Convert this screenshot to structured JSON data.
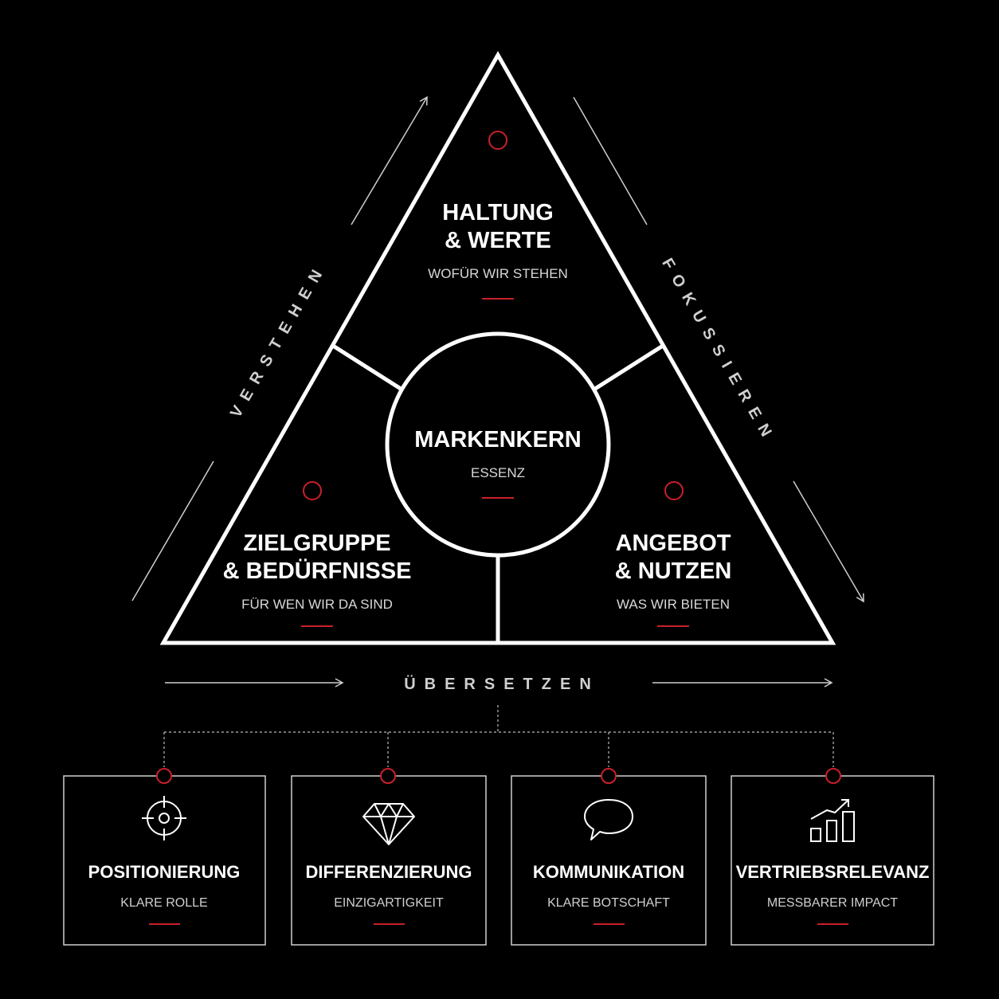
{
  "pyramid": {
    "top": {
      "title_line1": "HALTUNG",
      "title_line2": "& WERTE",
      "subtitle": "WOFÜR WIR STEHEN"
    },
    "center": {
      "title": "MARKENKERN",
      "subtitle": "ESSENZ"
    },
    "left": {
      "title_line1": "ZIELGRUPPE",
      "title_line2": "& BEDÜRFNISSE",
      "subtitle": "FÜR WEN WIR DA SIND"
    },
    "right": {
      "title_line1": "ANGEBOT",
      "title_line2": "& NUTZEN",
      "subtitle": "WAS WIR BIETEN"
    }
  },
  "flows": {
    "left": "VERSTEHEN",
    "right": "FOKUSSIEREN",
    "bottom": "ÜBERSETZEN"
  },
  "boxes": [
    {
      "title": "POSITIONIERUNG",
      "subtitle": "KLARE ROLLE",
      "icon": "target-icon"
    },
    {
      "title": "DIFFERENZIERUNG",
      "subtitle": "EINZIGARTIGKEIT",
      "icon": "diamond-icon"
    },
    {
      "title": "KOMMUNIKATION",
      "subtitle": "KLARE BOTSCHAFT",
      "icon": "speech-bubble-icon"
    },
    {
      "title": "VERTRIEBSRELEVANZ",
      "subtitle": "MESSBARER IMPACT",
      "icon": "growth-chart-icon"
    }
  ],
  "colors": {
    "background": "#000000",
    "line": "#ffffff",
    "accent": "#c8202a"
  }
}
